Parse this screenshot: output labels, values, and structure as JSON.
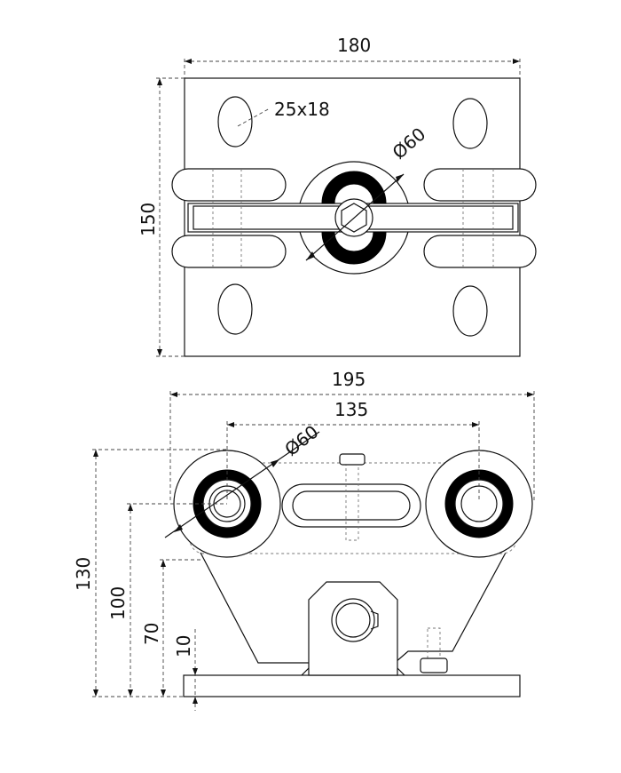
{
  "top_view": {
    "width_label": "180",
    "height_label": "150",
    "slot_label": "25x18",
    "wheel_diameter_label": "Ø60"
  },
  "front_view": {
    "overall_width_label": "195",
    "wheel_spacing_label": "135",
    "wheel_diameter_label": "Ø60",
    "height_130_label": "130",
    "height_100_label": "100",
    "height_70_label": "70",
    "plate_thickness_label": "10"
  },
  "colors": {
    "line": "#111111",
    "bearing": "#000000",
    "background": "#ffffff"
  }
}
